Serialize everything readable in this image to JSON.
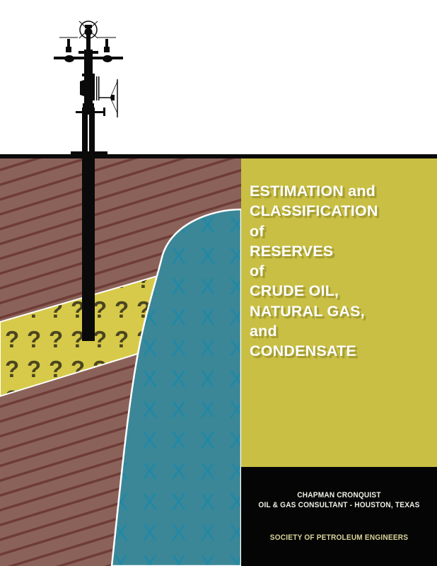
{
  "cover": {
    "title_lines": [
      "ESTIMATION and",
      "CLASSIFICATION",
      "of",
      "RESERVES",
      "of",
      "CRUDE OIL,",
      "NATURAL GAS,",
      "and",
      "CONDENSATE"
    ],
    "author": "CHAPMAN CRONQUIST",
    "author_affiliation": "OIL & GAS CONSULTANT - HOUSTON, TEXAS",
    "publisher": "SOCIETY OF PETROLEUM ENGINEERS"
  },
  "illustration": {
    "elements": [
      "wellhead-christmas-tree",
      "wellbore",
      "ground-surface",
      "striped-rock-strata",
      "question-mark-reservoir-layer",
      "x-patterned-salt-dome"
    ],
    "pattern_glyphs": {
      "reservoir": "?",
      "dome": "X"
    }
  },
  "colors": {
    "background": "#ffffff",
    "strata": "#8b6259",
    "strata_stripe": "#6e3c37",
    "reservoir": "#d7ca4a",
    "reservoir_glyph": "#4a4520",
    "dome": "#3b8797",
    "dome_glyph": "#1e86a5",
    "title_panel": "#c9bf44",
    "title_text": "#ffffff",
    "bottom_panel": "#050505",
    "author_text": "#efefe6",
    "publisher_text": "#d9d49a",
    "well": "#0a0a0a"
  }
}
